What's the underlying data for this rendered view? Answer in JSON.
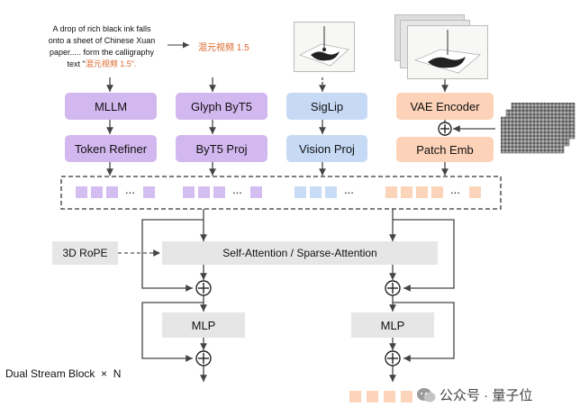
{
  "prompt": {
    "line1": "A drop of rich black ink falls",
    "line2": "onto a sheet of Chinese Xuan",
    "line3": "paper..... form the calligraphy",
    "line4_prefix": "text \"",
    "line4_highlight": "混元视频 1.5",
    "line4_suffix": "\"."
  },
  "glyph_text": "混元视频 1.5",
  "encoders": {
    "mllm": "MLLM",
    "glyph": "Glyph ByT5",
    "siglip": "SigLip",
    "vae": "VAE Encoder"
  },
  "projections": {
    "token_refiner": "Token Refiner",
    "byt5_proj": "ByT5 Proj",
    "vision_proj": "Vision Proj",
    "patch_emb": "Patch Emb"
  },
  "ellipsis": "...",
  "rope": "3D RoPE",
  "attention": "Self-Attention / Sparse-Attention",
  "mlp": "MLP",
  "plus": "+",
  "block_label": "Dual Stream Block  ×  N",
  "watermark": "公众号 · 量子位",
  "colors": {
    "purple": "#d2b8ef",
    "blue": "#c6daf5",
    "orange": "#fcd2b8",
    "gray": "#e6e6e6"
  }
}
